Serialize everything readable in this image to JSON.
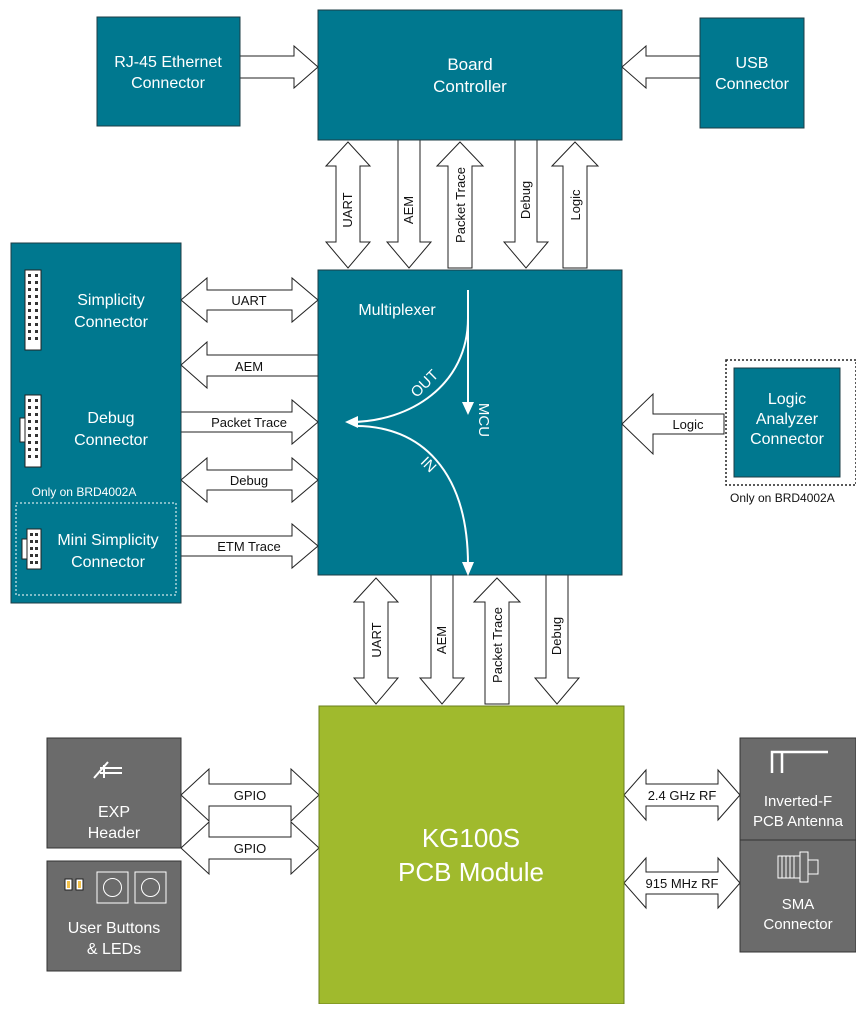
{
  "blocks": {
    "ethernet": [
      "RJ-45 Ethernet",
      "Connector"
    ],
    "board_controller": [
      "Board",
      "Controller"
    ],
    "usb": [
      "USB",
      "Connector"
    ],
    "multiplexer": "Multiplexer",
    "simplicity": [
      "Simplicity",
      "Connector"
    ],
    "debug": [
      "Debug",
      "Connector"
    ],
    "mini_simplicity": [
      "Mini Simplicity",
      "Connector"
    ],
    "only_brd_left": "Only on BRD4002A",
    "logic_analyzer": [
      "Logic",
      "Analyzer",
      "Connector"
    ],
    "only_brd_right": "Only on BRD4002A",
    "module": [
      "KG100S",
      "PCB Module"
    ],
    "exp_header": [
      "EXP",
      "Header"
    ],
    "user_buttons": [
      "User Buttons",
      "& LEDs"
    ],
    "antenna": [
      "Inverted-F",
      "PCB Antenna"
    ],
    "sma": [
      "SMA",
      "Connector"
    ]
  },
  "mux_labels": {
    "out": "OUT",
    "in": "IN",
    "mcu": "MCU"
  },
  "buses": {
    "top": [
      "UART",
      "AEM",
      "Packet Trace",
      "Debug",
      "Logic"
    ],
    "left": [
      "UART",
      "AEM",
      "Packet Trace",
      "Debug",
      "ETM Trace"
    ],
    "right_logic": "Logic",
    "bottom": [
      "UART",
      "AEM",
      "Packet Trace",
      "Debug"
    ],
    "gpio_exp": "GPIO",
    "gpio_buttons": "GPIO",
    "rf_24": "2.4 GHz RF",
    "rf_915": "915 MHz RF"
  },
  "colors": {
    "teal": "#00788f",
    "green": "#a0ba2d",
    "gray": "#6b6b6b"
  }
}
